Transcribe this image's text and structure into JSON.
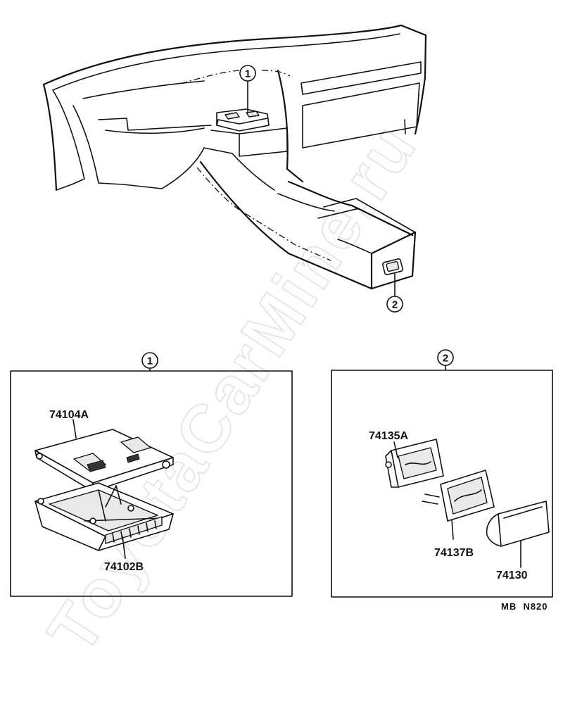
{
  "watermark": "ToyotaCarMine.ru",
  "callouts": {
    "one": "1",
    "two": "2"
  },
  "groups": {
    "one": {
      "marker": "1",
      "parts": [
        "74104A",
        "74102B"
      ]
    },
    "two": {
      "marker": "2",
      "parts": [
        "74135A",
        "74137B",
        "74130"
      ]
    }
  },
  "diagram_code": "MB  N820"
}
